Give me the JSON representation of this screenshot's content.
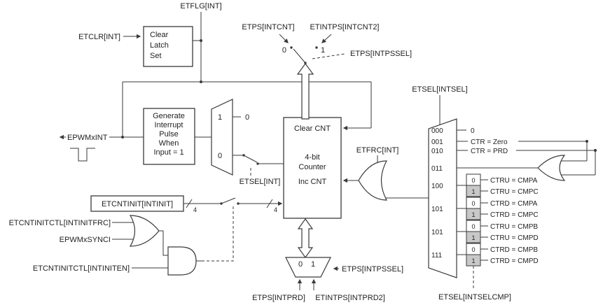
{
  "colors": {
    "line": "#3a3a3a",
    "shade": "#c8c8c8",
    "background": "#ffffff"
  },
  "latch": {
    "clr": "ETCLR[INT]",
    "flag": "ETFLG[INT]",
    "lines": [
      "Clear",
      "Latch",
      "Set"
    ]
  },
  "prescale_top": {
    "intcnt": "ETPS[INTCNT]",
    "intcnt2": "ETINTPS[INTCNT2]",
    "pos0": "0",
    "pos1": "1",
    "sel": "ETPS[INTPSSEL]"
  },
  "pulse_gen": {
    "lines": [
      "Generate",
      "Interrupt",
      "Pulse",
      "When",
      "Input = 1"
    ],
    "output": "EPWMxINT"
  },
  "int_mux": {
    "in1": "1",
    "in0": "0",
    "const0": "0",
    "sel": "ETSEL[INT]"
  },
  "counter": {
    "clear": "Clear CNT",
    "name_l1": "4-bit",
    "name_l2": "Counter",
    "inc": "Inc CNT",
    "force": "ETFRC[INT]"
  },
  "event_mux": {
    "sel": "ETSEL[INTSEL]",
    "const0": "0",
    "codes": [
      "000",
      "001",
      "010",
      "011",
      "100",
      "101",
      "101",
      "111"
    ],
    "ctr_zero": "CTR = Zero",
    "ctr_prd": "CTR = PRD",
    "cmp_sel": "ETSEL[INTSELCMP]",
    "cmp_muxes": [
      {
        "pos0": "0",
        "pos1": "1",
        "in0": "CTRU = CMPA",
        "in1": "CTRU = CMPC"
      },
      {
        "pos0": "0",
        "pos1": "1",
        "in0": "CTRD = CMPA",
        "in1": "CTRD = CMPC"
      },
      {
        "pos0": "0",
        "pos1": "1",
        "in0": "CTRU = CMPB",
        "in1": "CTRU = CMPD"
      },
      {
        "pos0": "0",
        "pos1": "1",
        "in0": "CTRD = CMPB",
        "in1": "CTRD = CMPD"
      }
    ]
  },
  "init": {
    "box": "ETCNTINIT[INTINIT]",
    "frc": "ETCNTINITCTL[INTINITFRC]",
    "sync": "EPWMxSYNCI",
    "en": "ETCNTINITCTL[INTINITEN]",
    "bus": "4"
  },
  "prescale_bottom": {
    "pos0": "0",
    "pos1": "1",
    "sel": "ETPS[INTPSSEL]",
    "intprd": "ETPS[INTPRD]",
    "intprd2": "ETINTPS[INTPRD2]"
  }
}
